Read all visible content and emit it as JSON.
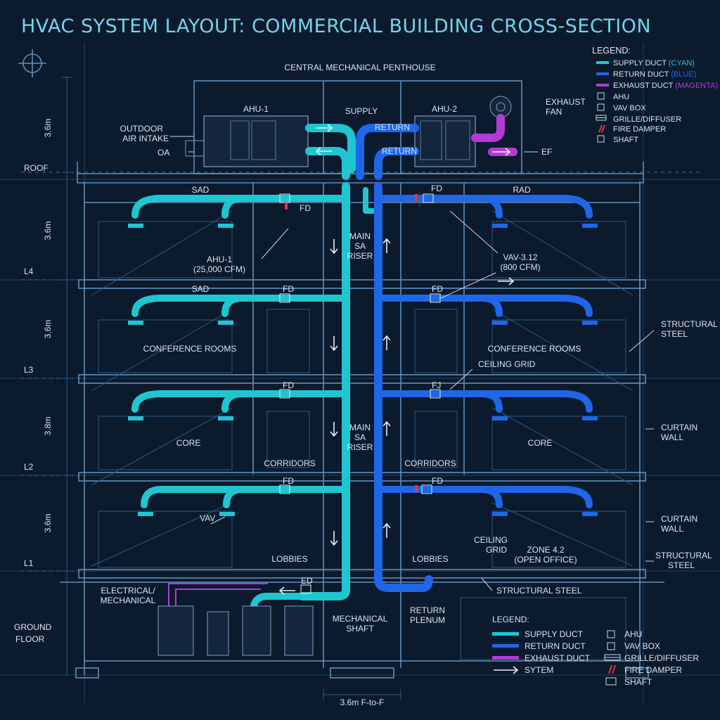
{
  "title": "HVAC SYSTEM LAYOUT: COMMERCIAL BUILDING CROSS-SECTION",
  "colors": {
    "background": "#0b1a2c",
    "supply": "#1fc6d0",
    "return": "#1f66e8",
    "exhaust": "#b23bd8",
    "fire_damper": "#e8343a",
    "structure": "#5f8fbb"
  },
  "levels": {
    "roof": "ROOF",
    "l4": "L4",
    "l3": "L3",
    "l2": "L2",
    "l1": "L1",
    "ground": [
      "GROUND",
      "FLOOR"
    ]
  },
  "heights": {
    "h1": "3.6m",
    "h2": "3.6m",
    "h3": "3.6m",
    "h4": "3.6m",
    "h5": "3.8m",
    "h6": "3.6m"
  },
  "penthouse": {
    "title": "CENTRAL MECHANICAL PENTHOUSE",
    "ahu1": "AHU-1",
    "ahu2": "AHU-2",
    "supply": "SUPPLY",
    "return_top": "RETURN",
    "return_bottom": "RETURN",
    "outdoor_intake": [
      "OUTDOOR",
      "AIR INTAKE"
    ],
    "oa": "OA",
    "exhaust_fan": [
      "EXHAUST",
      "FAN"
    ],
    "ef": "EF"
  },
  "legend_top": {
    "heading": "LEGEND:",
    "items": [
      {
        "prefix": "SUPPLY DUCT ",
        "paren": "(CYAN)",
        "icon": "supply-swatch"
      },
      {
        "prefix": "RETURN DUCT ",
        "paren": "(BLUE)",
        "icon": "return-swatch"
      },
      {
        "prefix": "EXHAUST DUCT ",
        "paren": "(MAGENTA)",
        "icon": "exhaust-swatch"
      },
      {
        "prefix": "AHU",
        "paren": "",
        "icon": "ahu-icon"
      },
      {
        "prefix": "VAV BOX",
        "paren": "",
        "icon": "vav-box-icon"
      },
      {
        "prefix": "GRILLE/DIFFUSER",
        "paren": "",
        "icon": "grille-icon"
      },
      {
        "prefix": "FIRE DAMPER",
        "paren": "",
        "icon": "fire-damper-icon"
      },
      {
        "prefix": "SHAFT",
        "paren": "",
        "icon": "shaft-icon"
      }
    ]
  },
  "legend_bottom": {
    "heading": "LEGEND:",
    "left": [
      "SUPPLY DUCT",
      "RETURN DUCT",
      "EXHAUST DUCT",
      "SYTEM"
    ],
    "right": [
      "AHU",
      "VAV BOX",
      "GRILLE/DIFFUSER",
      "FIRE DAMPER",
      "SHAFT"
    ]
  },
  "labels": {
    "sad_l4": "SAD",
    "sad_l3": "SAD",
    "rad": "RAD",
    "fd_1": "FD",
    "fd_2": "FD",
    "fd_3": "FD",
    "fd_4": "FD",
    "fd_5": "FD",
    "fd_6": "FD",
    "fd_7": "FJ",
    "fd_8": "FD",
    "ed": "ED",
    "main_riser_1": [
      "MAIN",
      "SA",
      "RISER"
    ],
    "main_riser_2": [
      "MAIN",
      "SA",
      "RISER"
    ],
    "ahu1_note": [
      "AHU-1",
      "(25,000 CFM)"
    ],
    "vav_note": [
      "VAV-3.12",
      "(800 CFM)"
    ],
    "conf_left": "CONFERENCE ROOMS",
    "conf_right": "CONFERENCE ROOMS",
    "ceiling_grid_top": "CEILING GRID",
    "core_left": "CORE",
    "core_right": "CORE",
    "corr_left": "CORRIDORS",
    "corr_right": "CORRIDORS",
    "vav": "VAV",
    "lobby_left": "LOBBIES",
    "lobby_right": "LOBBIES",
    "ceiling_grid_bottom": [
      "CEILING",
      "GRID"
    ],
    "zone": [
      "ZONE 4.2",
      "(OPEN OFFICE)"
    ],
    "structural_steel_r1": [
      "STRUCTURAL",
      "STEEL"
    ],
    "curtain_wall_1": [
      "CURTAIN",
      "WALL"
    ],
    "curtain_wall_2": [
      "CURTAIN",
      "WALL"
    ],
    "structural_steel_r2": [
      "STRUCTURAL",
      "STEEL"
    ],
    "structural_steel_bottom": "STRUCTURAL STEEL",
    "electrical": [
      "ELECTRICAL/",
      "MECHANICAL"
    ],
    "mech_shaft": [
      "MECHANICAL",
      "SHAFT"
    ],
    "return_plenum": [
      "RETURN",
      "PLENUM"
    ],
    "floor_to_floor": "3.6m F-to-F"
  }
}
